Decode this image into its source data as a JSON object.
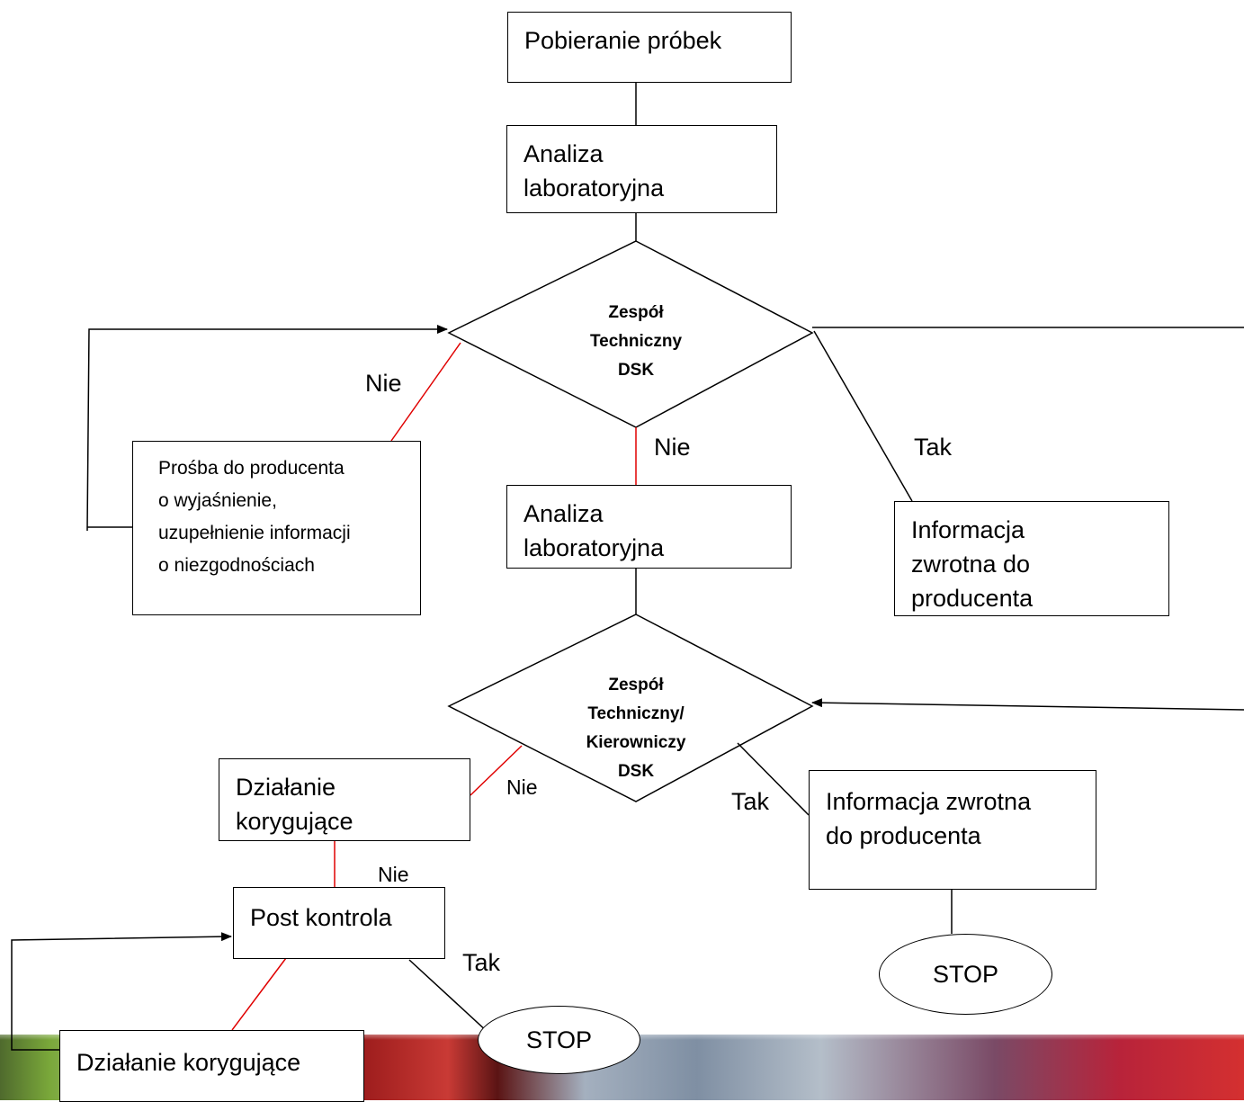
{
  "nodes": {
    "pobieranie": "Pobieranie próbek",
    "analiza1": [
      "Analiza",
      "laboratoryjna"
    ],
    "decision1": [
      "Zespół",
      "Techniczny",
      "DSK"
    ],
    "prosba": [
      "Prośba do producenta",
      "o wyjaśnienie,",
      "uzupełnienie informacji",
      "o niezgodnościach"
    ],
    "analiza2": [
      "Analiza",
      "laboratoryjna"
    ],
    "info1": [
      "Informacja",
      "zwrotna do",
      "producenta"
    ],
    "decision2": [
      "Zespół",
      "Techniczny/",
      "Kierowniczy",
      "DSK"
    ],
    "dzialanie1": [
      "Działanie",
      "korygujące"
    ],
    "info2": [
      "Informacja zwrotna",
      "do producenta"
    ],
    "post_kontrola": "Post kontrola",
    "stop1": "STOP",
    "stop2": "STOP",
    "dzialanie2": "Działanie korygujące"
  },
  "edge_labels": {
    "nie_left": "Nie",
    "nie_center": "Nie",
    "tak_right": "Tak",
    "nie_d2": "Nie",
    "tak_d2": "Tak",
    "nie_post": "Nie",
    "tak_post": "Tak"
  },
  "colors": {
    "line": "#000000",
    "negative_line": "#e00000"
  }
}
